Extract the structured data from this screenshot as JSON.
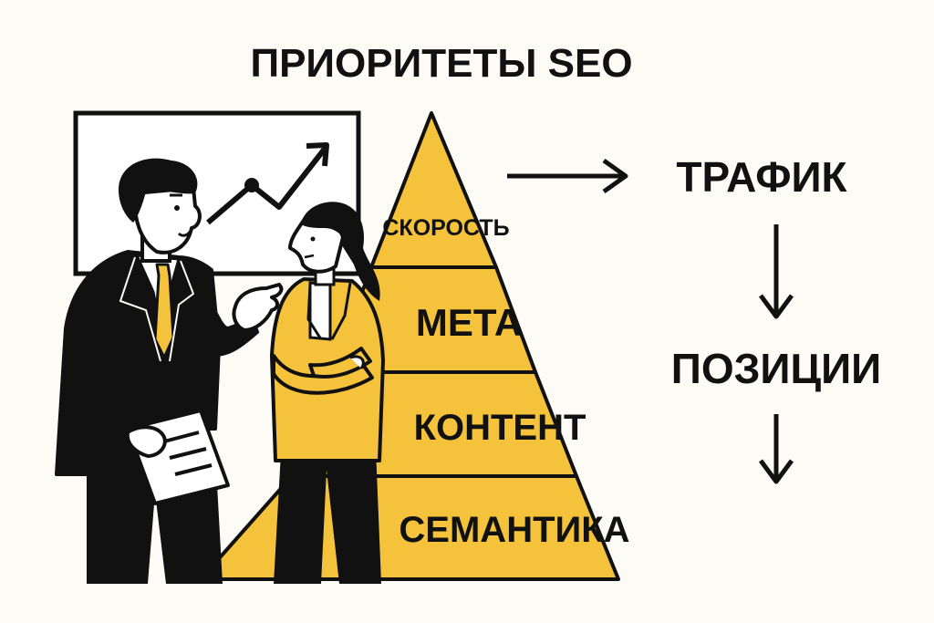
{
  "title": "ПРИОРИТЕТЫ SEO",
  "pyramid": {
    "levels": [
      {
        "label": "СКОРОСТЬ"
      },
      {
        "label": "МЕТА"
      },
      {
        "label": "КОНТЕНТ"
      },
      {
        "label": "СЕМАНТИКА"
      }
    ]
  },
  "flow": {
    "items": [
      {
        "label": "ТРАФИК"
      },
      {
        "label": "ПОЗИЦИИ"
      }
    ]
  },
  "colors": {
    "accent": "#f5c33b",
    "ink": "#111111",
    "background": "#fcfbf6",
    "skin": "#ffffff"
  },
  "icons": {
    "arrow_right": "arrow-right-icon",
    "arrow_down": "arrow-down-icon",
    "trend": "trend-up-icon",
    "document": "document-icon"
  }
}
